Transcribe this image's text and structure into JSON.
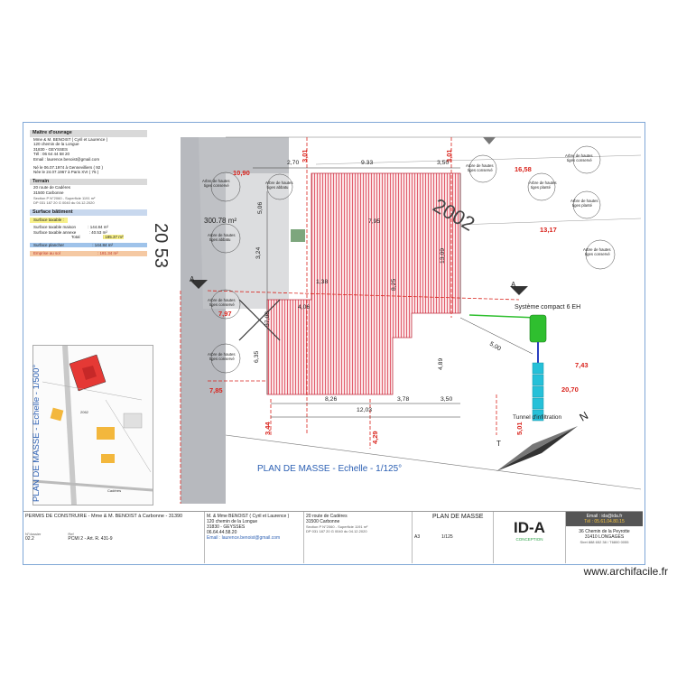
{
  "panel": {
    "owner_header": "Maître d'ouvrage",
    "owner_lines": [
      "Mme & M. BENOIST ( Cyril et Laurence )",
      "120 chemin de la Longue",
      "31830 - GEYSSES",
      "",
      "Tél : 06 64 44 58 20",
      "Email : laurence.benoist@gmail.com"
    ],
    "birth_lines": [
      "Né le 06.07.1974 à Gennevilliers ( 92 )",
      "Née le 24.07.1967 à Paris XVI ( 75 )"
    ],
    "terrain_header": "Terrain",
    "terrain_lines": [
      "20 route de Cadères",
      "31500 Carbonne",
      "",
      "Section P N°2060 - Superficie 1191 m²",
      "DP 031 187 20 G 0040 du 04.12.2020"
    ],
    "surface_header": "Surface bâtiment",
    "surface_taxable": "Surface taxable :",
    "maison_label": "Surface taxable maison",
    "maison_value": ": 144.84 m²",
    "annexe_label": "Surface taxable annexe",
    "annexe_value": ": 40.53 m²",
    "total_label": "Total",
    "total_value": ": 185.37 m²",
    "plancher_label": "Surface plancher",
    "plancher_value": ": 144.84 m²",
    "emprise_label": "Emprise au sol",
    "emprise_value": ": 181.34 m²"
  },
  "side_title": "PLAN DE MASSE - Echelle - 1/500°",
  "plan": {
    "title": "PLAN DE MASSE - Echelle - 1/125°",
    "road_label": "20 53",
    "area_label": "300.78 m²",
    "house_label": "2002",
    "system_label": "Système compact 6 EH",
    "tunnel_label": "Tunnel d'infiltration",
    "section_a": "A",
    "section_t": "T",
    "north": "N",
    "red_dims": [
      "10,90",
      "3,01",
      "3,01",
      "16,58",
      "13,17",
      "7,97",
      "7,85",
      "3,44",
      "4,29",
      "7,43",
      "20,70",
      "5,01"
    ],
    "black_dims": [
      "2,70",
      "9.33",
      "3,50",
      "5,06",
      "7,95",
      "13,09",
      "3,24",
      "1,38",
      "8,25",
      "4,06",
      "37,08",
      "6,35",
      "5,00",
      "4,89",
      "8,26",
      "3,78",
      "3,50",
      "12,03"
    ],
    "tree_labels": [
      "Arbre de hautes tiges conservé",
      "Arbre de hautes tiges abbatu",
      "Arbre de hautes tiges conservé",
      "Arbre de hautes tiges conservé",
      "Arbre de hautes tiges planté",
      "Arbre de hautes tiges planté",
      "Arbre de hautes tiges abbatu",
      "Arbre de hautes tiges conservé",
      "Arbre de hautes tiges conservé",
      "Arbre de hautes tiges conservé"
    ]
  },
  "titleblock": {
    "permit": "PERMIS DE CONSTRUIRE - Mme & M. BENOIST à Carbonne - 31390",
    "no_label": "N°dossier",
    "no_value": "02.2",
    "ref_label": "Ref",
    "ref_value": "PCMI 2 - Art. R. 431-9",
    "client_lines": [
      "M. & Mme BENOIST ( Cyril et Laurence )",
      "120 chemin de la Longue",
      "31830 - GEYSSES",
      "06.64.44.58.20"
    ],
    "client_email": "Email : laurence.benoist@gmail.com",
    "site_lines": [
      "20 route de Cadères",
      "31500 Carbonne",
      "Section P N°2060 - Superficie 1191 m²",
      "DP 031 187 20 G 0040 du 04.12.2020"
    ],
    "sheet_title": "PLAN DE MASSE",
    "format_value": "A3",
    "scale_value": "1/125",
    "brand": "ID-A",
    "brand_sub": "CONCEPTION",
    "contact_lines": [
      "Email : ida@ida.fr",
      "Tél : 05.61.04.80.15"
    ],
    "address_lines": [
      "36 Chemin de la Peyrotte",
      "31410 LONGAGES"
    ],
    "siret": "Siret 888 652 38 / T6800 0055"
  },
  "watermark": "www.archifacile.fr",
  "colors": {
    "hatch": "#e05060",
    "dim_red": "#d9231c",
    "road": "#b7b9be",
    "system": "#2fbf2f",
    "tunnel": "#25c0d8",
    "pipe": "#2a3fbf"
  }
}
